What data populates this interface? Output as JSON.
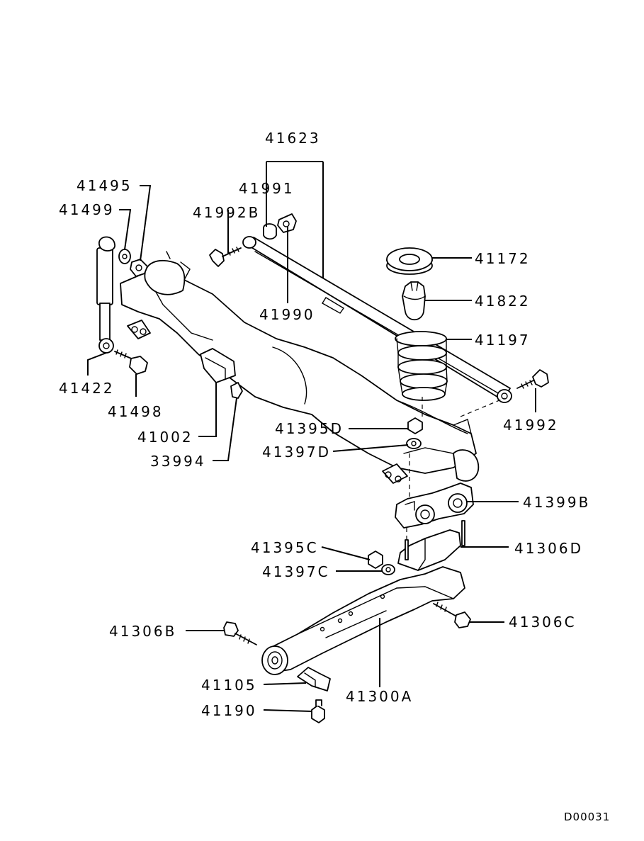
{
  "diagram": {
    "code": "D00031",
    "callouts": [
      {
        "key": "c41623",
        "label": "41623"
      },
      {
        "key": "c41495",
        "label": "41495"
      },
      {
        "key": "c41499",
        "label": "41499"
      },
      {
        "key": "c41991",
        "label": "41991"
      },
      {
        "key": "c41992b",
        "label": "41992B"
      },
      {
        "key": "c41990",
        "label": "41990"
      },
      {
        "key": "c41172",
        "label": "41172"
      },
      {
        "key": "c41822",
        "label": "41822"
      },
      {
        "key": "c41197",
        "label": "41197"
      },
      {
        "key": "c41422",
        "label": "41422"
      },
      {
        "key": "c41498",
        "label": "41498"
      },
      {
        "key": "c41002",
        "label": "41002"
      },
      {
        "key": "c33994",
        "label": "33994"
      },
      {
        "key": "c41992",
        "label": "41992"
      },
      {
        "key": "c41395d",
        "label": "41395D"
      },
      {
        "key": "c41397d",
        "label": "41397D"
      },
      {
        "key": "c41399b",
        "label": "41399B"
      },
      {
        "key": "c41395c",
        "label": "41395C"
      },
      {
        "key": "c41306d",
        "label": "41306D"
      },
      {
        "key": "c41397c",
        "label": "41397C"
      },
      {
        "key": "c41306b",
        "label": "41306B"
      },
      {
        "key": "c41306c",
        "label": "41306C"
      },
      {
        "key": "c41105",
        "label": "41105"
      },
      {
        "key": "c41300a",
        "label": "41300A"
      },
      {
        "key": "c41190",
        "label": "41190"
      }
    ]
  }
}
